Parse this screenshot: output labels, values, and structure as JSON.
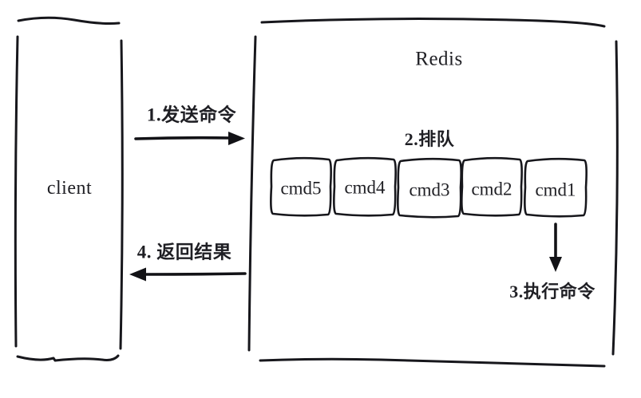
{
  "diagram": {
    "title_note": "hand-drawn Redis pipeline / transaction queue diagram",
    "client": {
      "label": "client"
    },
    "redis": {
      "title": "Redis"
    },
    "steps": {
      "send": "1.发送命令",
      "queue": "2.排队",
      "execute": "3.执行命令",
      "return": "4. 返回结果"
    },
    "queue_items": [
      "cmd5",
      "cmd4",
      "cmd3",
      "cmd2",
      "cmd1"
    ],
    "colors": {
      "stroke": "#17171c",
      "text": "#1f1f24",
      "background": "#ffffff"
    }
  }
}
